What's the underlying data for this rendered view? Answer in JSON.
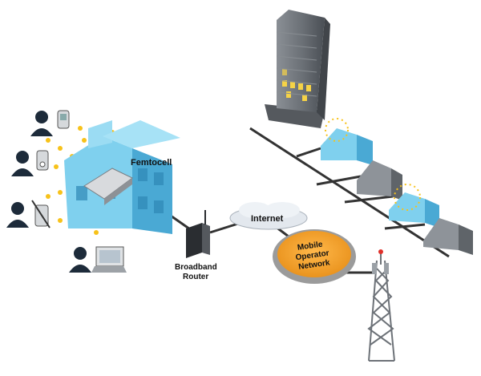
{
  "labels": {
    "femtocell": "Femtocell",
    "internet": "Internet",
    "broadband_line1": "Broadband",
    "broadband_line2": "Router",
    "mon_line1": "Mobile",
    "mon_line2": "Operator",
    "mon_line3": "Network"
  },
  "colors": {
    "house_blue": "#7fd0ee",
    "house_blue_dark": "#4aa9d4",
    "signal_dot": "#f7c21a",
    "network_line": "#333333",
    "mon_orange": "#f5a623",
    "mon_rim": "#9b9b9b",
    "internet_cloud": "#e3e8ee",
    "tower_grey": "#6d7278",
    "person": "#1d2b3a",
    "building_grey": "#6f747a",
    "window_lit": "#f6d346"
  },
  "icons": [
    "person-icon",
    "cell-phone-icon",
    "laptop-icon",
    "router-icon",
    "office-building-icon",
    "house-icon",
    "cell-tower-icon",
    "cloud-icon"
  ]
}
